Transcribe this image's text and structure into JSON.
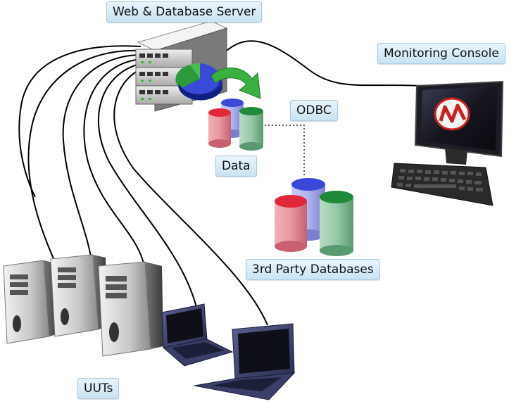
{
  "labels": {
    "server": "Web & Database Server",
    "monitor": "Monitoring Console",
    "odbc": "ODBC",
    "data": "Data",
    "third_party": "3rd Party Databases",
    "uuts": "UUTs"
  },
  "icons": {
    "server": "rack-server-icon",
    "pie_chart": "pie-chart-icon",
    "arrow": "green-arrow-icon",
    "databases": "database-cylinders-icon",
    "monitor": "monitor-icon",
    "keyboard": "keyboard-icon",
    "towers": "tower-pc-icon",
    "laptops": "laptop-icon"
  },
  "colors": {
    "label_bg": "#d5eaf6",
    "cable": "#000000",
    "db_red": "#e06070",
    "db_blue": "#4a5ae0",
    "db_green": "#3a9a5a",
    "logo_red": "#cc2020"
  }
}
